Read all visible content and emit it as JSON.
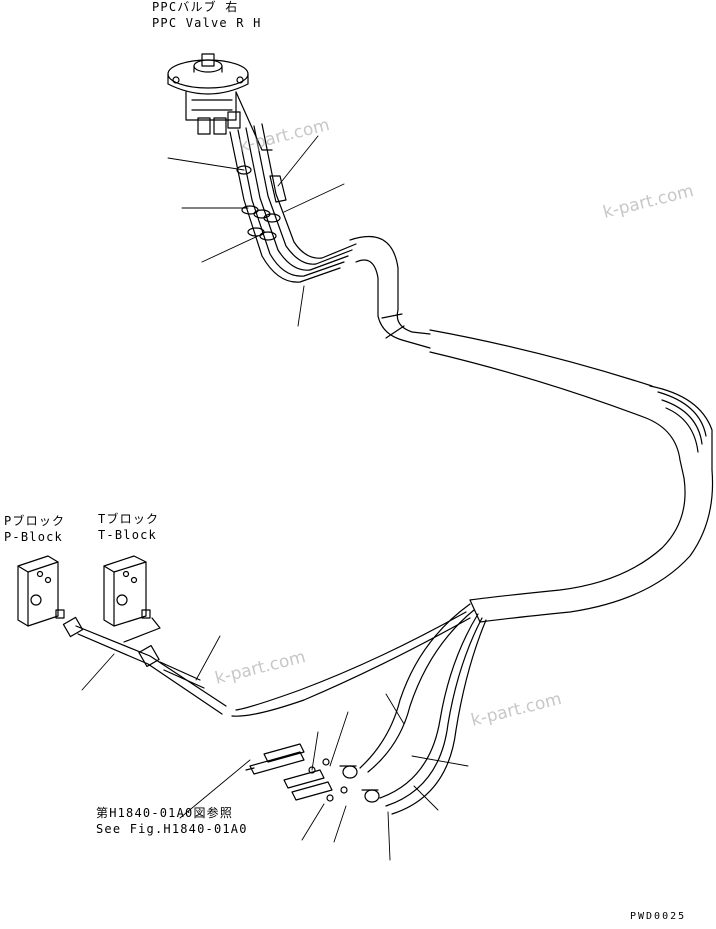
{
  "labels": {
    "ppc_valve_jp": "PPCバルブ 右",
    "ppc_valve_en": "PPC Valve R H",
    "p_block_jp": "Pブロック",
    "p_block_en": "P-Block",
    "t_block_jp": "Tブロック",
    "t_block_en": "T-Block",
    "see_fig_jp": "第H1840-01A0図参照",
    "see_fig_en": "See Fig.H1840-01A0",
    "drawing_code": "PWD0025"
  },
  "watermarks": [
    "k-part.com",
    "k-part.com",
    "k-part.com",
    "k-part.com"
  ],
  "colors": {
    "line": "#000000",
    "watermark": "#9a9a9a",
    "background": "#ffffff"
  }
}
